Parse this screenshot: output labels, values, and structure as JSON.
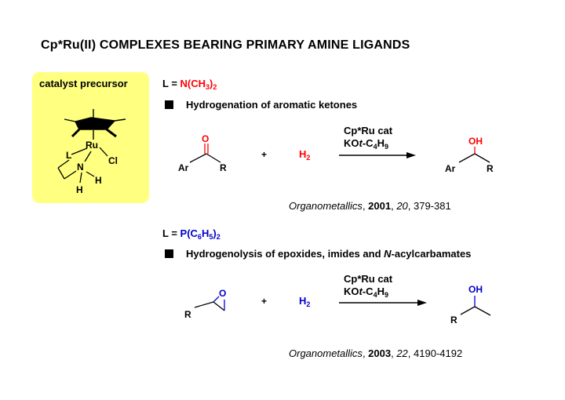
{
  "title": "Cp*Ru(II)  COMPLEXES  BEARING  PRIMARY  AMINE  LIGANDS",
  "panel": {
    "label": "catalyst precursor",
    "atoms": {
      "ru": "Ru",
      "cl": "Cl",
      "l": "L",
      "n": "N",
      "h1": "H",
      "h2": "H"
    }
  },
  "section1": {
    "ligand_prefix": "L = ",
    "ligand_main": "N(CH",
    "ligand_sub": "3",
    "ligand_close": ")",
    "ligand_sub2": "2",
    "heading": "Hydrogenation  of  aromatic  ketones",
    "cond_line1": "Cp*Ru cat",
    "cond_line2_a": "KO",
    "cond_line2_t": "t",
    "cond_line2_b": "-C",
    "cond_line2_sub1": "4",
    "cond_line2_c": "H",
    "cond_line2_sub2": "9",
    "reactant": {
      "o": "O",
      "ar": "Ar",
      "r": "R"
    },
    "plus": "+",
    "h2_main": "H",
    "h2_sub": "2",
    "product": {
      "oh": "OH",
      "ar": "Ar",
      "r": "R"
    },
    "citation": {
      "journal": "Organometallics",
      "sep1": ", ",
      "year": "2001",
      "sep2": ", ",
      "volume": "20",
      "pages": ", 379-381"
    }
  },
  "section2": {
    "ligand_prefix": "L = ",
    "ligand_main": "P(C",
    "ligand_sub": "6",
    "ligand_mid": "H",
    "ligand_sub2": "5",
    "ligand_close": ")",
    "ligand_sub3": "2",
    "heading_a": "Hydrogenolysis  of  epoxides,  imides  and  ",
    "heading_italic": "N",
    "heading_b": "-acylcarbamates",
    "cond_line1": "Cp*Ru cat",
    "cond_line2_a": "KO",
    "cond_line2_t": "t",
    "cond_line2_b": "-C",
    "cond_line2_sub1": "4",
    "cond_line2_c": "H",
    "cond_line2_sub2": "9",
    "reactant": {
      "o": "O",
      "r": "R"
    },
    "plus": "+",
    "h2_main": "H",
    "h2_sub": "2",
    "product": {
      "oh": "OH",
      "r": "R"
    },
    "citation": {
      "journal": "Organometallics",
      "sep1": ", ",
      "year": "2003",
      "sep2": ", ",
      "volume": "22",
      "pages": ", 4190-4192"
    }
  },
  "colors": {
    "red": "#ff0000",
    "blue": "#0000cc",
    "panel": "#ffff80"
  }
}
